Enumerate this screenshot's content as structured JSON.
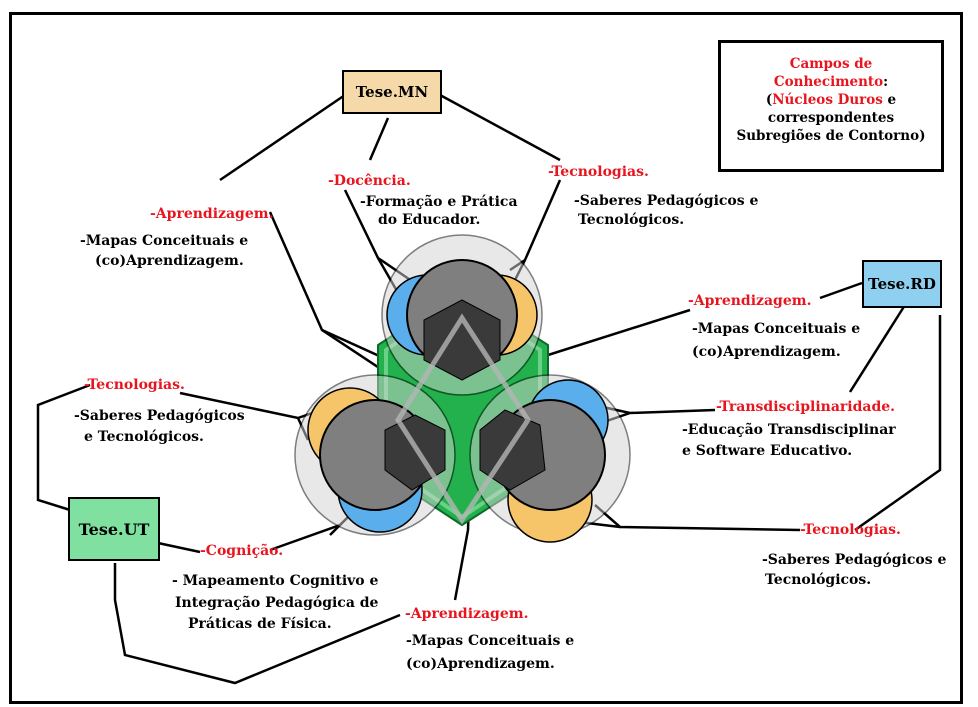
{
  "legend": {
    "line1": "Campos de",
    "line2": "Conhecimento",
    "colon": ":",
    "paren_open": "(",
    "nucleos": "Núcleos Duros",
    "e": " e",
    "line4": "correspondentes",
    "line5": "Subregiões de Contorno)"
  },
  "theses": {
    "mn": "Tese.MN",
    "rd": "Tese.RD",
    "ut": "Tese.UT"
  },
  "mn": {
    "docencia_title": "-Docência.",
    "docencia_l1": "-Formação e Prática",
    "docencia_l2": "do Educador.",
    "tec_title": "-Tecnologias.",
    "tec_l1": "-Saberes Pedagógicos e",
    "tec_l2": "Tecnológicos.",
    "apr_title": "-Aprendizagem.",
    "apr_l1": "-Mapas Conceituais e",
    "apr_l2": "(co)Aprendizagem."
  },
  "rd": {
    "apr_title": "-Aprendizagem.",
    "apr_l1": "-Mapas Conceituais e",
    "apr_l2": "(co)Aprendizagem.",
    "trans_title": "-Transdisciplinaridade.",
    "trans_l1": "-Educação Transdisciplinar",
    "trans_l2": "e Software Educativo.",
    "tec_title": "-Tecnologias.",
    "tec_l1": "-Saberes Pedagógicos e",
    "tec_l2": "Tecnológicos."
  },
  "ut": {
    "tec_title": "-Tecnologias.",
    "tec_l1": "-Saberes Pedagógicos",
    "tec_l2": "e Tecnológicos.",
    "cog_title": "-Cognição.",
    "cog_l1": "- Mapeamento Cognitivo e",
    "cog_l2": "Integração Pedagógica de",
    "cog_l3": "Práticas de Física.",
    "apr_title": "-Aprendizagem.",
    "apr_l1": "-Mapas Conceituais e",
    "apr_l2": "(co)Aprendizagem."
  },
  "colors": {
    "red": "#e8141e",
    "green": "#22b14c",
    "blue": "#5aaeec",
    "orange": "#f6c56a",
    "grey": "#7f7f7f",
    "dark": "#3a3a3a",
    "mn_box": "#f5d9a8",
    "rd_box": "#8fd0f0",
    "ut_box": "#7fe0a0"
  }
}
